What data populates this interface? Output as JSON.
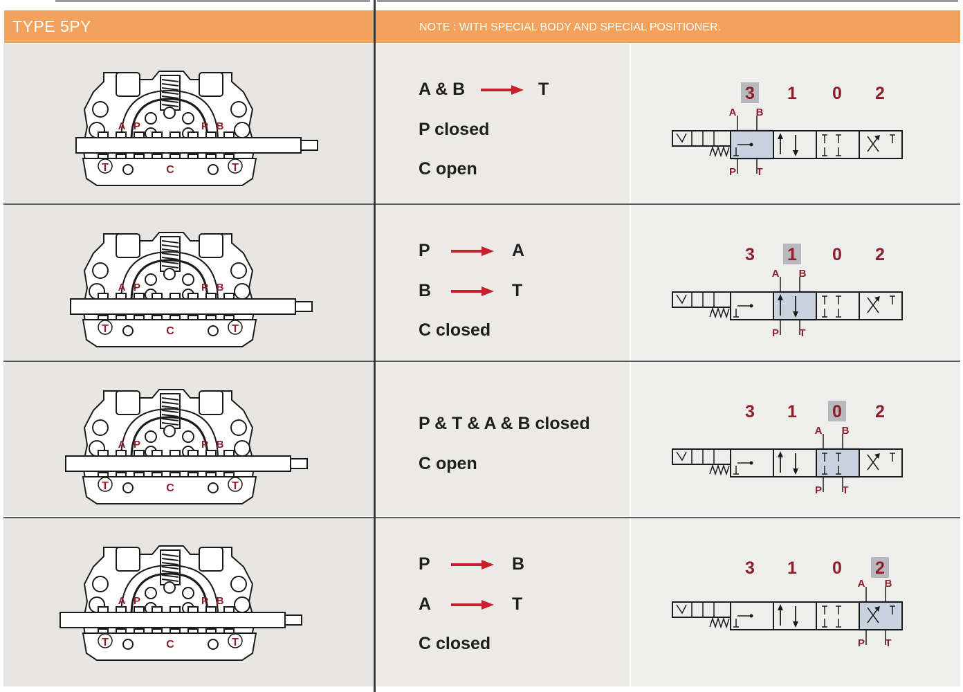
{
  "header": {
    "title": "TYPE 5PY",
    "note": "NOTE : WITH SPECIAL BODY AND SPECIAL POSITIONER."
  },
  "rows": [
    {
      "active_position": "3",
      "lines": [
        {
          "type": "flow",
          "from": "A & B",
          "to": "T"
        },
        {
          "type": "text",
          "text": "P closed"
        },
        {
          "type": "text",
          "text": "C open"
        }
      ]
    },
    {
      "active_position": "1",
      "lines": [
        {
          "type": "flow",
          "from": "P",
          "to": "A"
        },
        {
          "type": "flow",
          "from": "B",
          "to": "T"
        },
        {
          "type": "text",
          "text": "C closed"
        }
      ]
    },
    {
      "active_position": "0",
      "lines": [
        {
          "type": "text",
          "text": "P & T & A & B closed"
        },
        {
          "type": "text",
          "text": "C open"
        }
      ]
    },
    {
      "active_position": "2",
      "lines": [
        {
          "type": "flow",
          "from": "P",
          "to": "B"
        },
        {
          "type": "flow",
          "from": "A",
          "to": "T"
        },
        {
          "type": "text",
          "text": "C closed"
        }
      ]
    }
  ],
  "positions": [
    "3",
    "1",
    "0",
    "2"
  ],
  "port_labels": {
    "a": "A",
    "b": "B",
    "p": "P",
    "t": "T",
    "c": "C"
  },
  "colors": {
    "header": "#f2a25c",
    "label_red": "#8d1e2a",
    "arrow_red": "#c81e2d",
    "highlight": "#c9d3e0"
  }
}
